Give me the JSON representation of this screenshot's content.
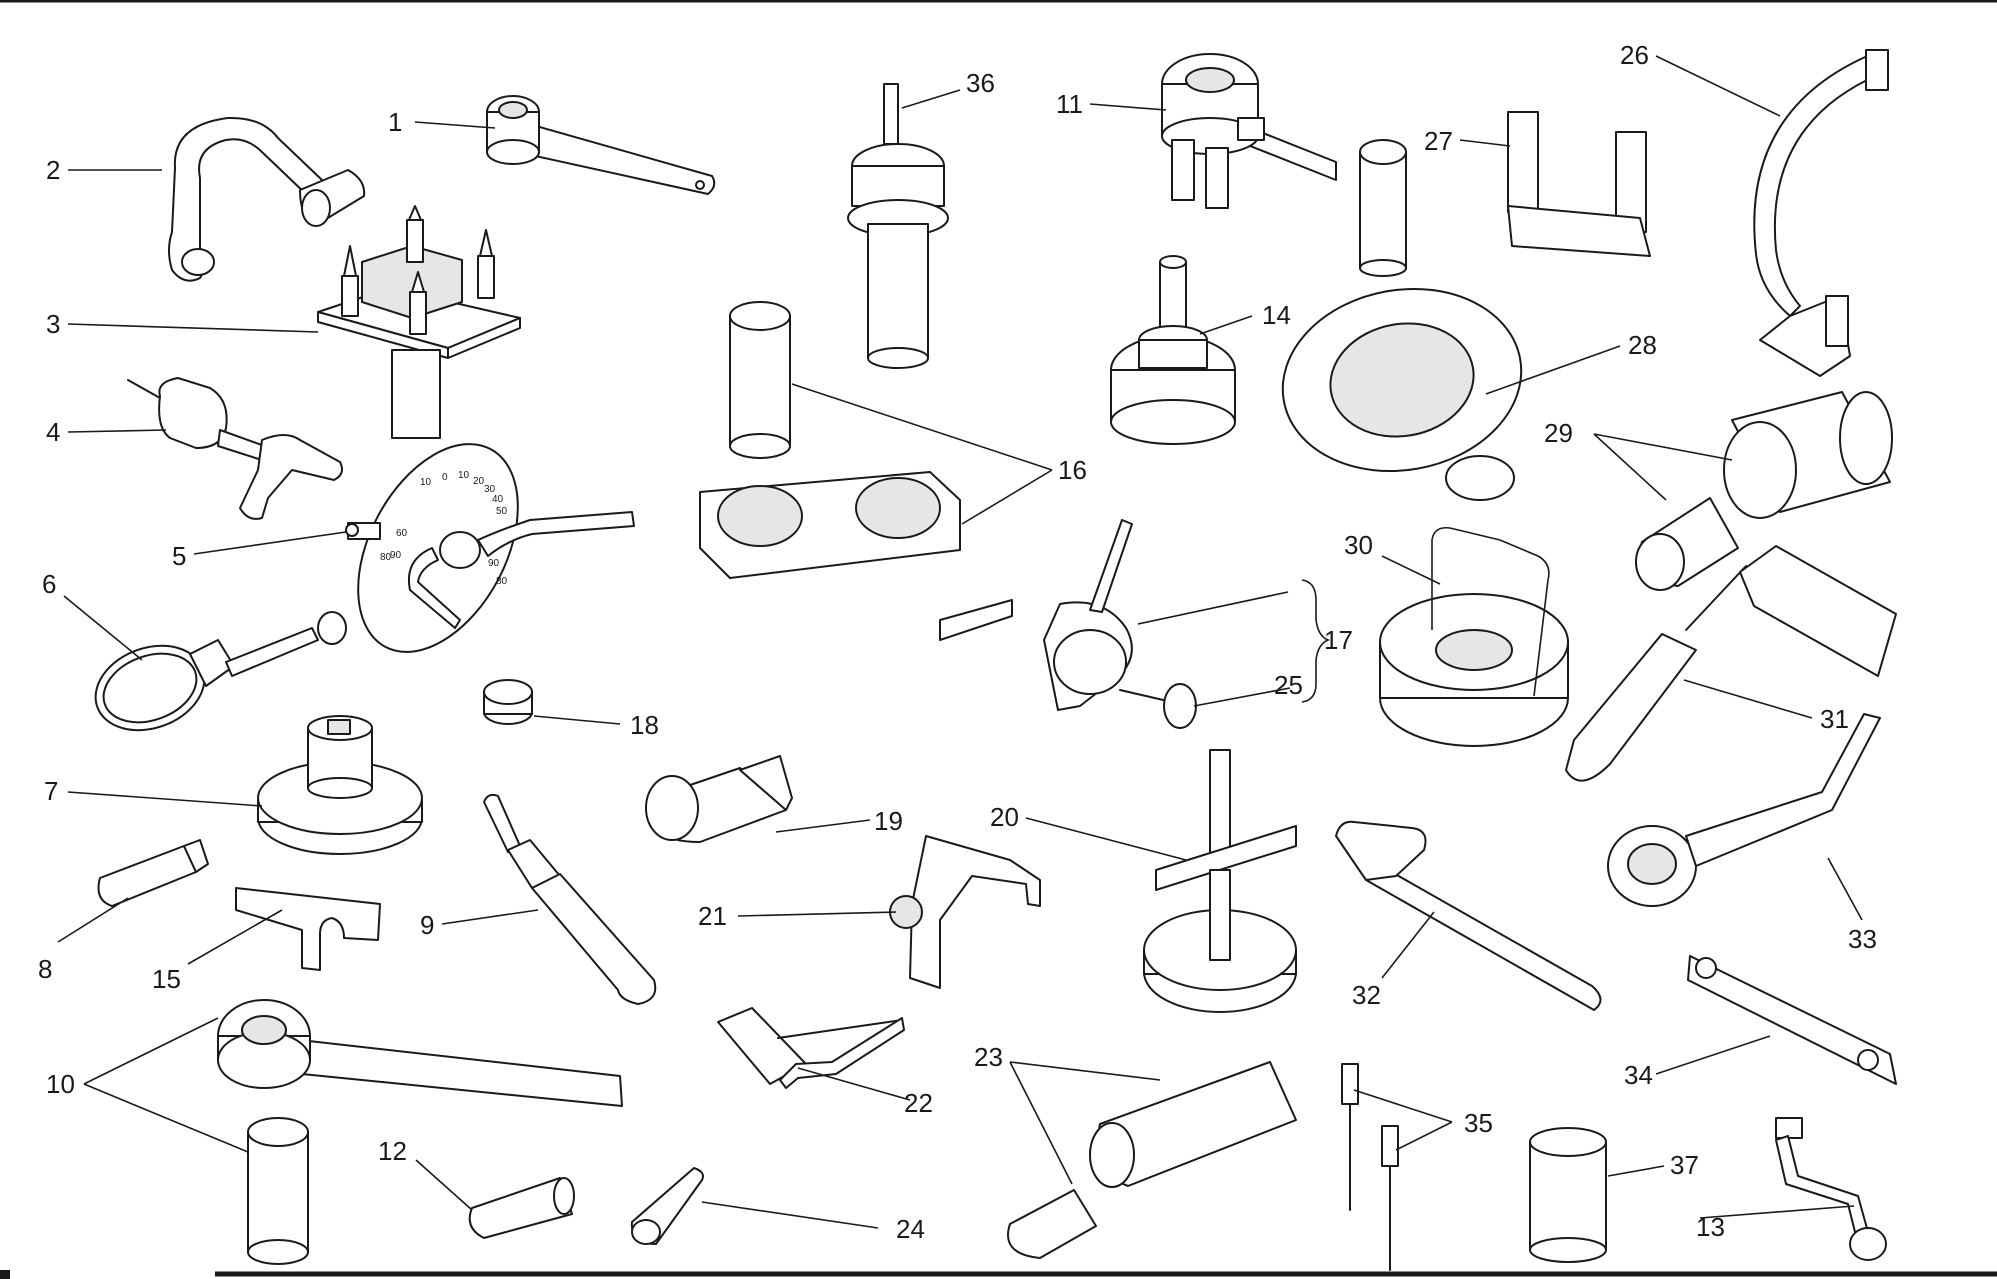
{
  "labels": {
    "l1": "1",
    "l2": "2",
    "l3": "3",
    "l4": "4",
    "l5": "5",
    "l6": "6",
    "l7": "7",
    "l8": "8",
    "l9": "9",
    "l10": "10",
    "l11": "11",
    "l12": "12",
    "l13": "13",
    "l14": "14",
    "l15": "15",
    "l16": "16",
    "l17": "17",
    "l18": "18",
    "l19": "19",
    "l20": "20",
    "l21": "21",
    "l22": "22",
    "l23": "23",
    "l24": "24",
    "l25": "25",
    "l26": "26",
    "l27": "27",
    "l28": "28",
    "l29": "29",
    "l30": "30",
    "l31": "31",
    "l32": "32",
    "l33": "33",
    "l34": "34",
    "l35": "35",
    "l36": "36",
    "l37": "37"
  },
  "dial": {
    "d1": "10",
    "d2": "0",
    "d3": "10",
    "d4": "20",
    "d5": "30",
    "d6": "40",
    "d7": "50",
    "d8": "60",
    "d9": "80",
    "d10": "90",
    "d11": "90",
    "d12": "80"
  },
  "colors": {
    "ink": "#1a1a1a",
    "paper": "#ffffff",
    "shade": "#e6e6e6"
  }
}
